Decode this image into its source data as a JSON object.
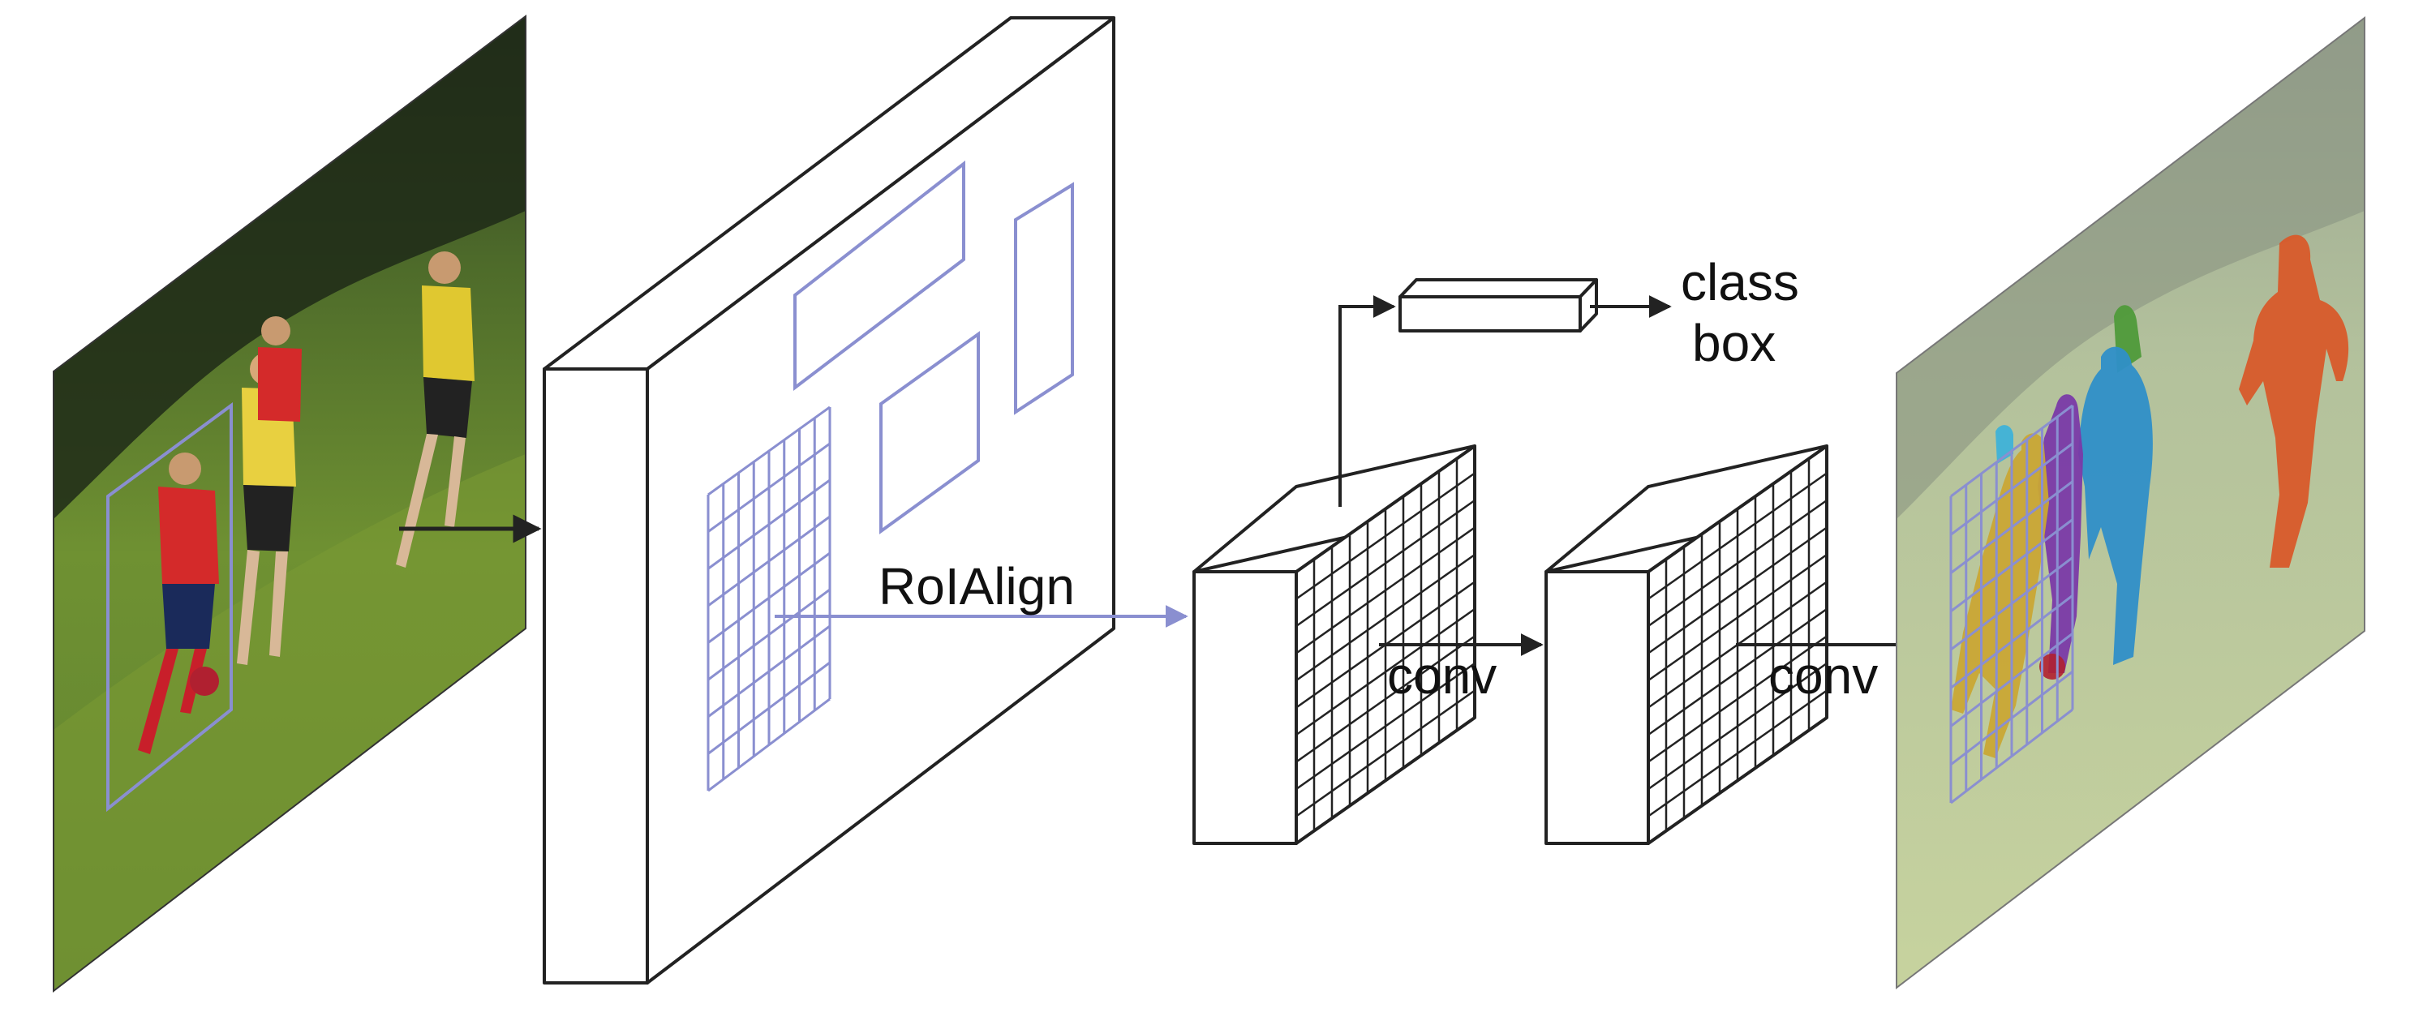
{
  "labels": {
    "roi_align": "RoIAlign",
    "class": "class",
    "box": "box",
    "conv_1": "conv",
    "conv_2": "conv"
  },
  "colors": {
    "roi_box": "#8a8fd0",
    "stroke": "#222222",
    "field_green": "#6f8f2a",
    "mask_yellow": "#c9a635",
    "mask_purple": "#7a3aa8",
    "mask_blue": "#2f8fc8",
    "mask_green": "#4f9a3a",
    "mask_orange": "#d85a2a",
    "mask_cyan": "#3fb2d8"
  }
}
